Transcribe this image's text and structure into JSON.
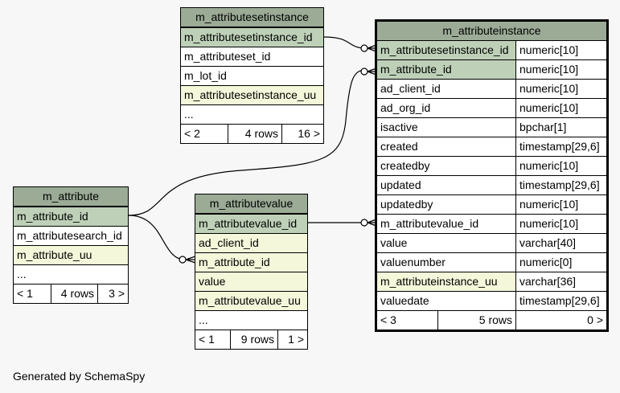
{
  "footer_text": "Generated by SchemaSpy",
  "tables": {
    "setinstance": {
      "title": "m_attributesetinstance",
      "rows": [
        "m_attributesetinstance_id",
        "m_attributeset_id",
        "m_lot_id",
        "m_attributesetinstance_uu",
        "..."
      ],
      "footer": [
        "< 2",
        "4 rows",
        "16 >"
      ]
    },
    "attribute": {
      "title": "m_attribute",
      "rows": [
        "m_attribute_id",
        "m_attributesearch_id",
        "m_attribute_uu",
        "..."
      ],
      "footer": [
        "< 1",
        "4 rows",
        "3 >"
      ]
    },
    "value": {
      "title": "m_attributevalue",
      "rows": [
        "m_attributevalue_id",
        "ad_client_id",
        "m_attribute_id",
        "value",
        "m_attributevalue_uu",
        "..."
      ],
      "footer": [
        "< 1",
        "9 rows",
        "1 >"
      ]
    },
    "instance": {
      "title": "m_attributeinstance",
      "rows": [
        {
          "name": "m_attributesetinstance_id",
          "type": "numeric[10]"
        },
        {
          "name": "m_attribute_id",
          "type": "numeric[10]"
        },
        {
          "name": "ad_client_id",
          "type": "numeric[10]"
        },
        {
          "name": "ad_org_id",
          "type": "numeric[10]"
        },
        {
          "name": "isactive",
          "type": "bpchar[1]"
        },
        {
          "name": "created",
          "type": "timestamp[29,6]"
        },
        {
          "name": "createdby",
          "type": "numeric[10]"
        },
        {
          "name": "updated",
          "type": "timestamp[29,6]"
        },
        {
          "name": "updatedby",
          "type": "numeric[10]"
        },
        {
          "name": "m_attributevalue_id",
          "type": "numeric[10]"
        },
        {
          "name": "value",
          "type": "varchar[40]"
        },
        {
          "name": "valuenumber",
          "type": "numeric[0]"
        },
        {
          "name": "m_attributeinstance_uu",
          "type": "varchar[36]"
        },
        {
          "name": "valuedate",
          "type": "timestamp[29,6]"
        }
      ],
      "footer": [
        "< 3",
        "5 rows",
        "0 >"
      ]
    }
  }
}
